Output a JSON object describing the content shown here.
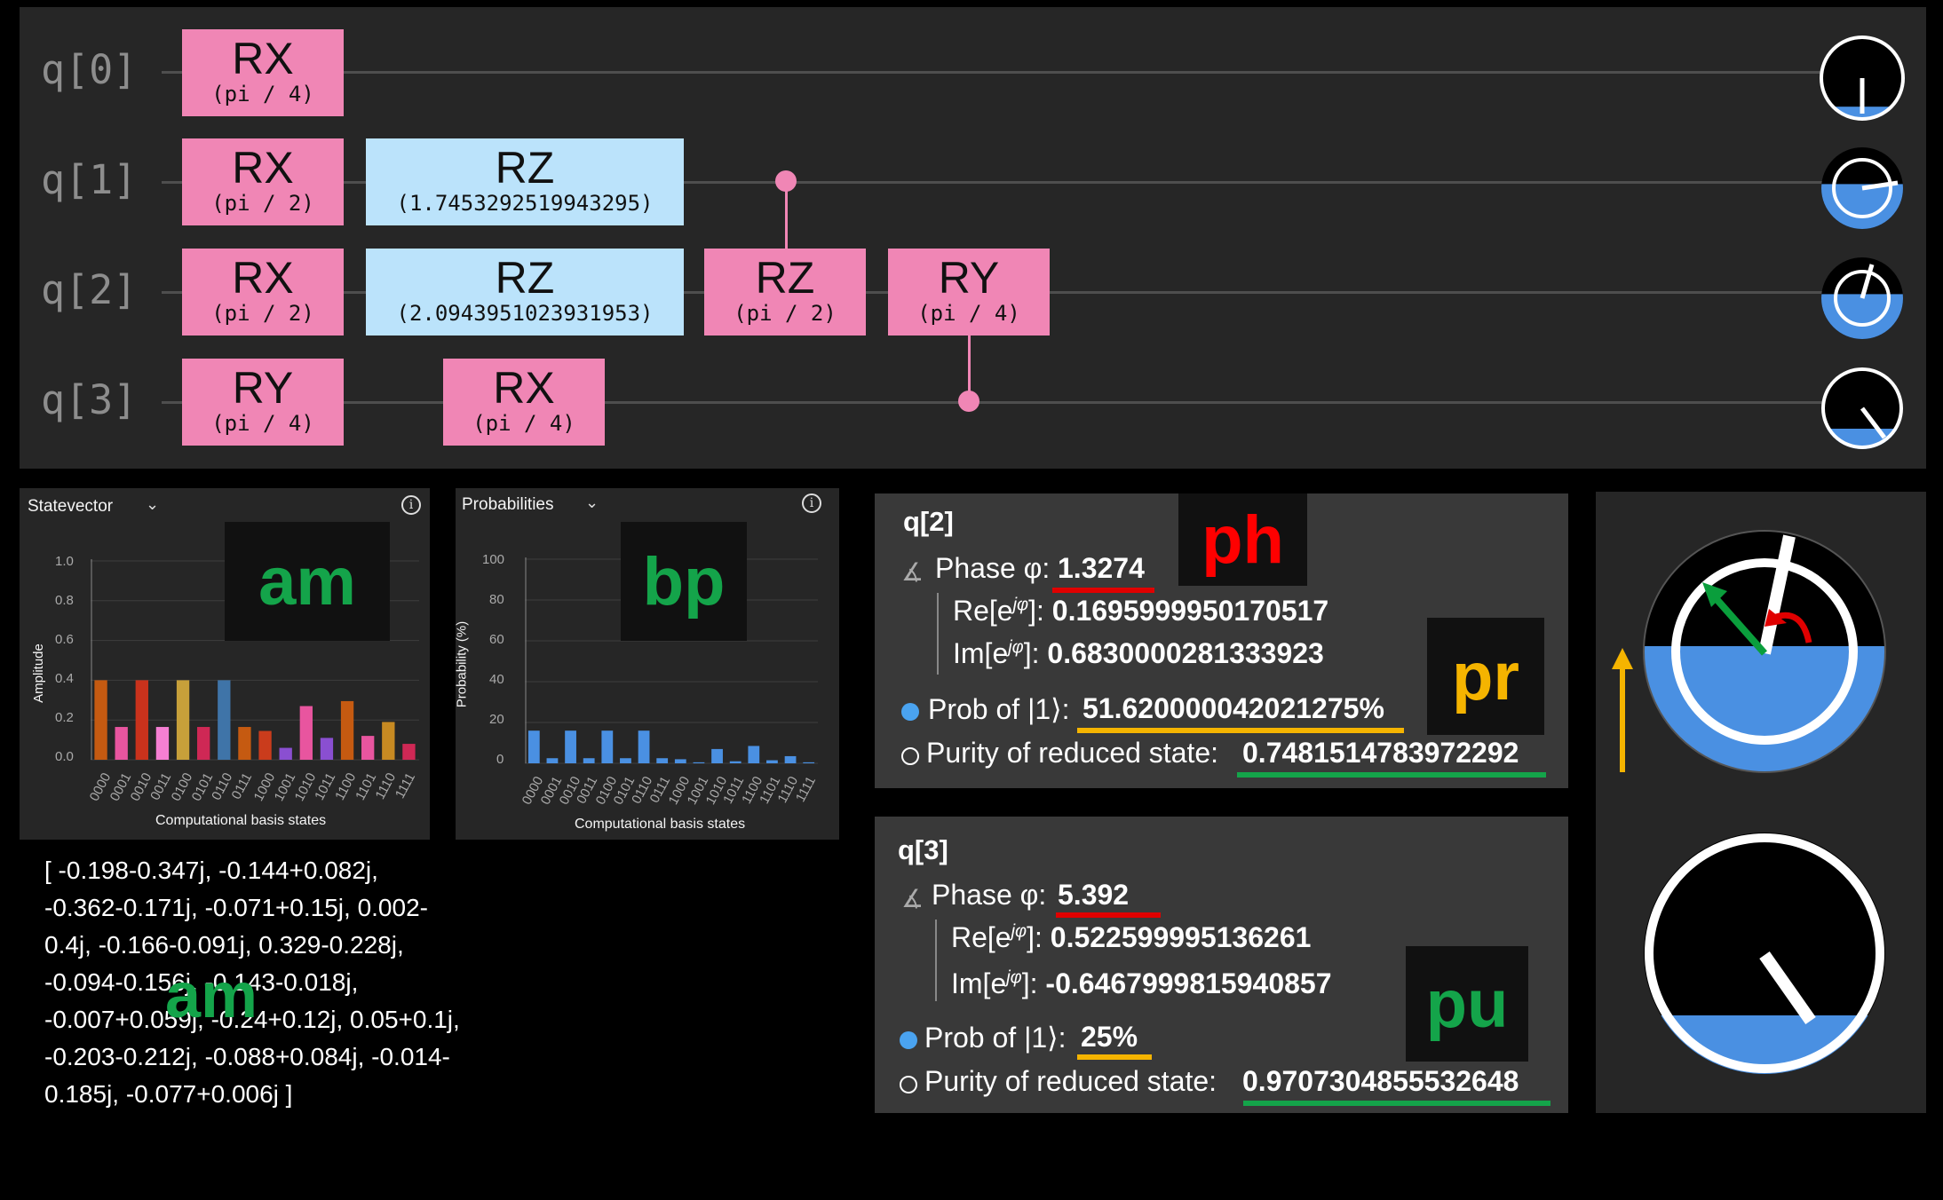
{
  "circuit": {
    "qubits": [
      "q[0]",
      "q[1]",
      "q[2]",
      "q[3]"
    ],
    "gates": {
      "q0_rx": {
        "name": "RX",
        "arg": "(pi / 4)"
      },
      "q1_rx": {
        "name": "RX",
        "arg": "(pi / 2)"
      },
      "q1_rz": {
        "name": "RZ",
        "arg": "(1.7453292519943295)"
      },
      "q2_rx": {
        "name": "RX",
        "arg": "(pi / 2)"
      },
      "q2_rz": {
        "name": "RZ",
        "arg": "(2.0943951023931953)"
      },
      "q2_crz": {
        "name": "RZ",
        "arg": "(pi / 2)"
      },
      "q2_cry": {
        "name": "RY",
        "arg": "(pi / 4)"
      },
      "q3_ry": {
        "name": "RY",
        "arg": "(pi / 4)"
      },
      "q3_rx": {
        "name": "RX",
        "arg": "(pi / 4)"
      }
    },
    "qsphere_fill": [
      0.15,
      0.55,
      0.55,
      0.25
    ]
  },
  "statevector_panel": {
    "title": "Statevector",
    "yticks": [
      "1.0",
      "0.8",
      "0.6",
      "0.4",
      "0.2",
      "0.0"
    ],
    "ylabel": "Amplitude",
    "xlabel": "Computational basis states",
    "tag": "am"
  },
  "probabilities_panel": {
    "title": "Probabilities",
    "yticks": [
      "100",
      "80",
      "60",
      "40",
      "20",
      "0"
    ],
    "ylabel": "Probability (%)",
    "xlabel": "Computational basis states",
    "tag": "bp"
  },
  "basis_states": [
    "0000",
    "0001",
    "0010",
    "0011",
    "0100",
    "0101",
    "0110",
    "0111",
    "1000",
    "1001",
    "1010",
    "1011",
    "1100",
    "1101",
    "1110",
    "1111"
  ],
  "amplitude_colors": [
    "#c55a11",
    "#e8559f",
    "#c9321c",
    "#f57fd3",
    "#c7a03a",
    "#cf2855",
    "#3f74a8",
    "#c55a11",
    "#ca3c1c",
    "#8a4fd1",
    "#e8559f",
    "#8a4fd1",
    "#c55a11",
    "#e8559f",
    "#c78a22",
    "#cf2855"
  ],
  "chart_data": [
    {
      "type": "bar",
      "title": "Statevector",
      "categories": [
        "0000",
        "0001",
        "0010",
        "0011",
        "0100",
        "0101",
        "0110",
        "0111",
        "1000",
        "1001",
        "1010",
        "1011",
        "1100",
        "1101",
        "1110",
        "1111"
      ],
      "values": [
        0.4,
        0.165,
        0.4,
        0.165,
        0.4,
        0.165,
        0.4,
        0.165,
        0.145,
        0.06,
        0.27,
        0.11,
        0.295,
        0.12,
        0.19,
        0.08
      ],
      "xlabel": "Computational basis states",
      "ylabel": "Amplitude",
      "ylim": [
        0,
        1.0
      ]
    },
    {
      "type": "bar",
      "title": "Probabilities",
      "categories": [
        "0000",
        "0001",
        "0010",
        "0011",
        "0100",
        "0101",
        "0110",
        "0111",
        "1000",
        "1001",
        "1010",
        "1011",
        "1100",
        "1101",
        "1110",
        "1111"
      ],
      "values": [
        16,
        2.5,
        16,
        2.5,
        16,
        2.5,
        16,
        2.5,
        2,
        0.5,
        7,
        1,
        8.5,
        1.5,
        3.5,
        0.5
      ],
      "xlabel": "Computational basis states",
      "ylabel": "Probability (%)",
      "ylim": [
        0,
        100
      ]
    }
  ],
  "q2_info": {
    "title": "q[2]",
    "phase_label": "Phase φ:",
    "phase": "1.3274",
    "re_label": "Re[e",
    "re_sup": "jφ",
    "re_end": "]:",
    "re": "0.1695999950170517",
    "im_label": "Im[e",
    "im_sup": "jφ",
    "im_end": "]:",
    "im": "0.6830000281333923",
    "prob_label": "Prob of |1⟩:",
    "prob": "51.620000042021275%",
    "purity_label": "Purity of reduced state:",
    "purity": "0.7481514783972292"
  },
  "q3_info": {
    "title": "q[3]",
    "phase_label": "Phase φ:",
    "phase": "5.392",
    "re_label": "Re[e",
    "re_sup": "jφ",
    "re_end": "]:",
    "re": "0.522599995136261",
    "im_label": "Im[e",
    "im_sup": "jφ",
    "im_end": "]:",
    "im": "-0.6467999815940857",
    "prob_label": "Prob of |1⟩:",
    "prob": "25%",
    "purity_label": "Purity of reduced state:",
    "purity": "0.9707304855532648"
  },
  "tags": {
    "ph": "ph",
    "pr": "pr",
    "pu": "pu",
    "am2": "am"
  },
  "statevector_text": "[ -0.198-0.347j, -0.144+0.082j, -0.362-0.171j, -0.071+0.15j, 0.002-0.4j, -0.166-0.091j, 0.329-0.228j, -0.094-0.156j, -0.143-0.018j, -0.007+0.059j, -0.24+0.12j, 0.05+0.1j, -0.203-0.212j, -0.088+0.084j, -0.014-0.185j, -0.077+0.006j ]",
  "colors": {
    "gate_pink": "#f086b5",
    "gate_blue": "#bbe3fb",
    "fill_blue": "#4a90e2",
    "underline_red": "#e00000",
    "underline_yellow": "#f5b400",
    "underline_green": "#14a44a"
  }
}
